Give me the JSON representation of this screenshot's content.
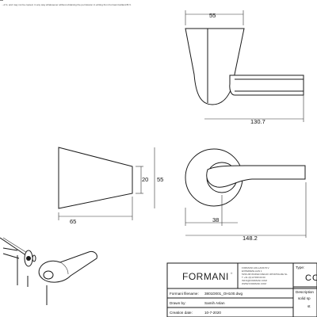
{
  "notice": "...of it, and may not be copied, in any way whatsoever without obtaining the permission in writing from Formani Holland B.V.",
  "dimensions": {
    "top_width": "55",
    "overall_length_top": "130.7",
    "side_height_small": "20",
    "side_height_large": "55",
    "side_length": "65",
    "rose_radius": "38",
    "overall_length_front": "148.2"
  },
  "title_block": {
    "brand": "FORMANI",
    "brand_mark": "®",
    "company_lines": [
      "FORMANI HOLLAND B.V.",
      "EXPERIENLAAN 1",
      "5150 AB WIJKEN REGIO IJPORTALRE NL",
      "T +31 (0)13 568 00 00",
      "INFO@FORMANI.COM",
      "WWW.FORMANI.COM"
    ],
    "filename_label": "Formani filename:",
    "filename_value": "3801D001_OH100.dwg",
    "drawn_by_label": "Drawn by:",
    "drawn_by_value": "Samih Aslan",
    "creation_date_label": "Creation date:",
    "creation_date_value": "10-7-2020",
    "type_label": "Type:",
    "type_value": "CO",
    "description_label": "Description",
    "description_value_1": "solid sp",
    "description_value_2": "st"
  }
}
